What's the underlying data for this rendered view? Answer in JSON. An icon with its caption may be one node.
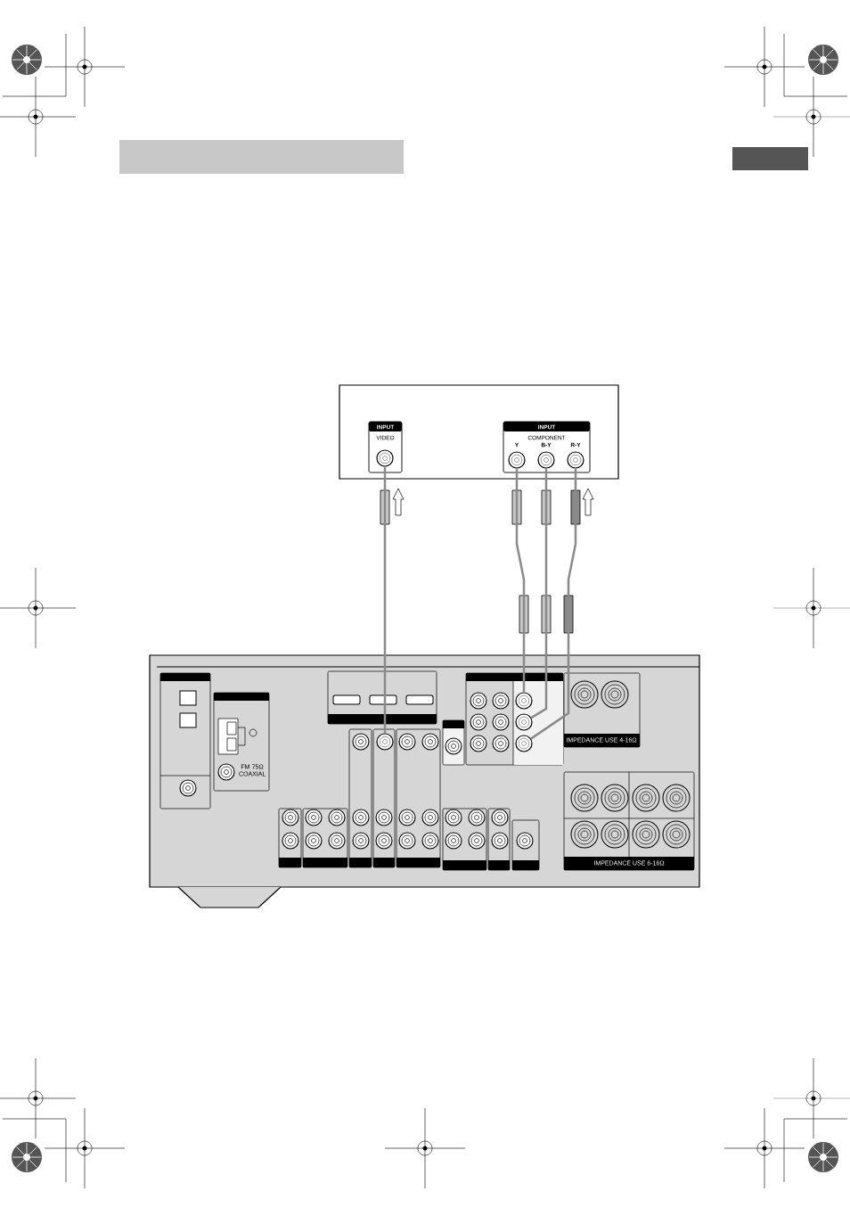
{
  "diagram": {
    "nodes": [
      {
        "text": [],
        "shape": "box"
      },
      {
        "text": [
          "INPUT",
          "VIDEO"
        ],
        "in": 0
      },
      {
        "text": [
          "INPUT",
          "COMPONENT"
        ],
        "in": 0
      },
      {
        "text": [],
        "shape": "circle",
        "in": 1
      },
      {
        "text": [],
        "shape": "circle",
        "in": 2
      },
      {
        "text": [],
        "shape": "circle",
        "in": 2
      },
      {
        "text": [],
        "shape": "circle",
        "in": 2
      },
      {
        "text": [],
        "shape": "box"
      },
      {
        "text": [],
        "shape": "circle",
        "in": 7
      },
      {
        "text": [],
        "shape": "circle",
        "in": 7
      },
      {
        "text": [],
        "shape": "circle",
        "in": 7
      },
      {
        "text": [],
        "shape": "circle",
        "in": 7
      }
    ],
    "edges": [
      {
        "from": 8,
        "to": 3,
        "arrow": "none"
      },
      {
        "from": 9,
        "to": 4,
        "arrow": "none"
      },
      {
        "from": 10,
        "to": 5,
        "arrow": "none"
      },
      {
        "from": 11,
        "to": 6,
        "arrow": "none"
      }
    ],
    "labels": [
      "Y",
      "B-Y",
      "R-Y",
      "FM 75Ω COAXIAL",
      "IMPEDANCE USE 4-16Ω",
      "IMPEDANCE USE 6-16Ω"
    ]
  }
}
